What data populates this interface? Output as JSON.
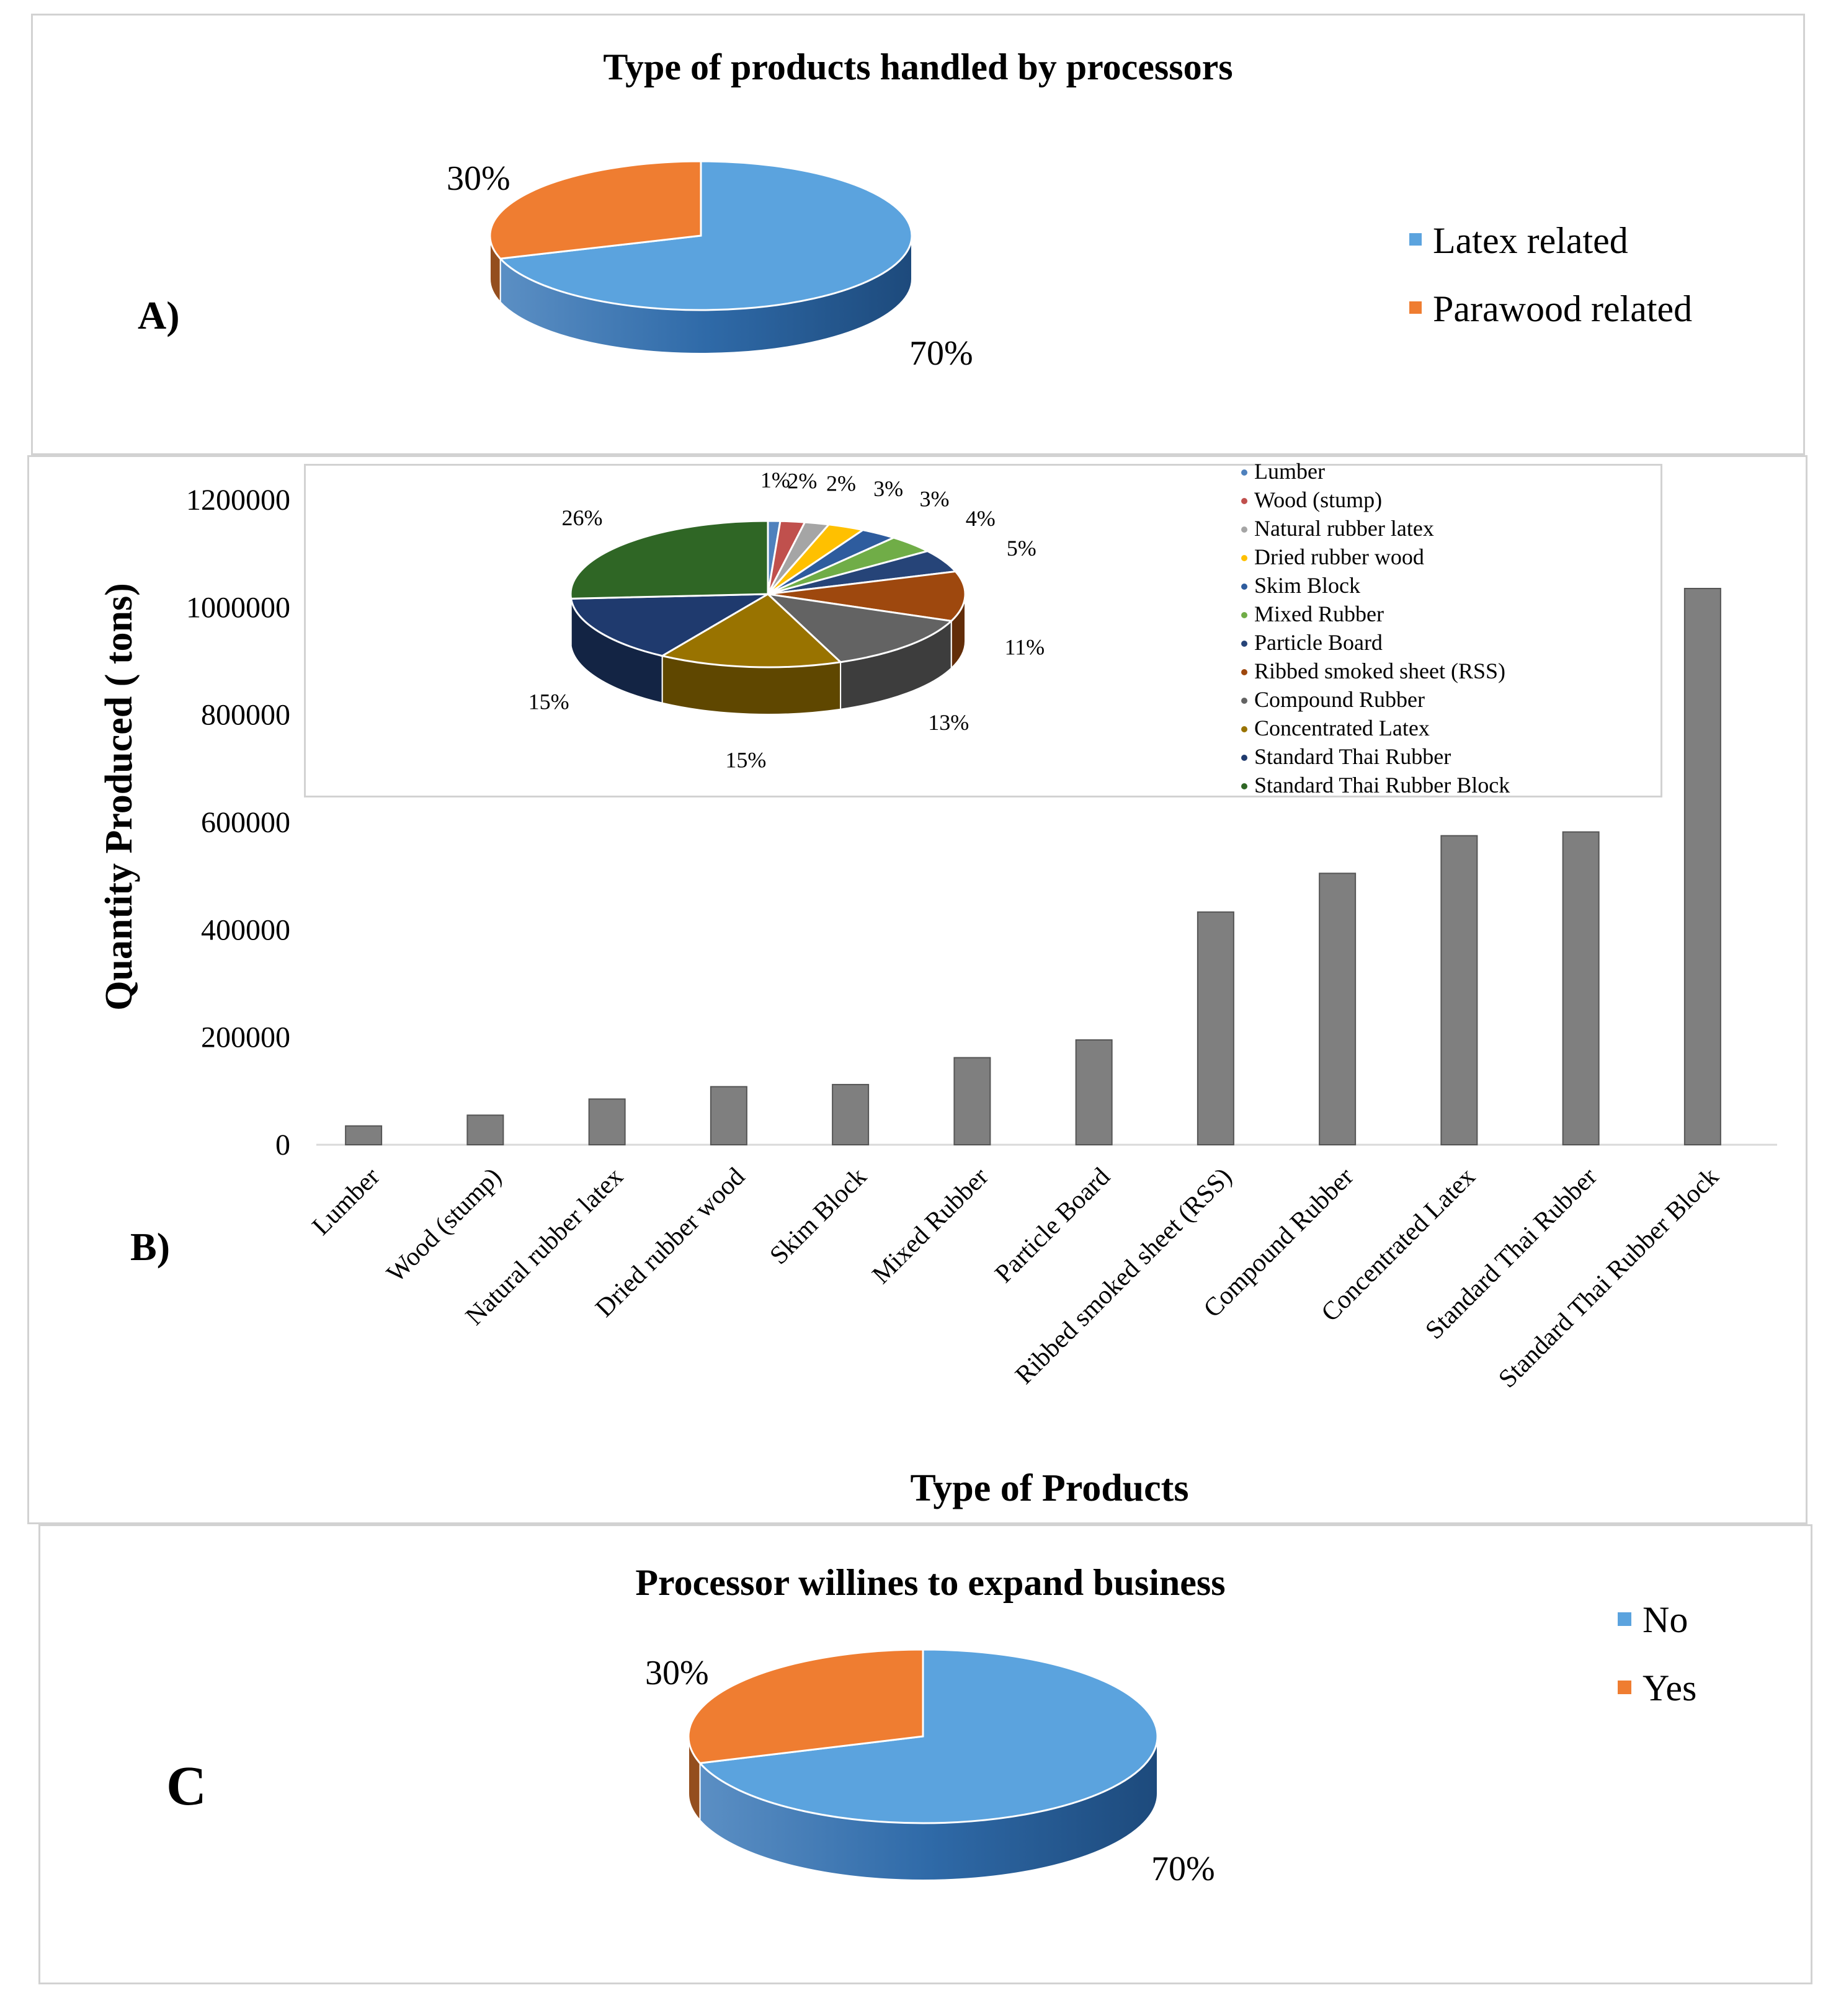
{
  "panel_a": {
    "panel_label": "A)",
    "chart_data": {
      "type": "pie",
      "title": "Type of products handled by processors",
      "slices": [
        {
          "label": "Latex related",
          "value": 70,
          "display": "70%",
          "color": "#5ba3de"
        },
        {
          "label": "Parawood related",
          "value": 30,
          "display": "30%",
          "color": "#ef7d31"
        }
      ]
    }
  },
  "panel_b": {
    "panel_label": "B)",
    "chart_data": {
      "type": "bar",
      "title": "",
      "xlabel": "Type of Products",
      "ylabel": "Quantity Produced ( tons)",
      "ylim": [
        0,
        1200000
      ],
      "yticks": [
        "0",
        "200000",
        "400000",
        "600000",
        "800000",
        "1000000",
        "1200000"
      ],
      "bar_color": "#7f7f7f",
      "categories": [
        "Lumber",
        "Wood (stump)",
        "Natural rubber latex",
        "Dried rubber wood",
        "Skim Block",
        "Mixed Rubber",
        "Particle Board",
        "Ribbed smoked sheet (RSS)",
        "Compound Rubber",
        "Concentrated Latex",
        "Standard Thai Rubber",
        "Standard Thai Rubber Block"
      ],
      "values": [
        35000,
        55000,
        85000,
        108000,
        112000,
        162000,
        195000,
        433000,
        505000,
        575000,
        582000,
        1035000
      ]
    },
    "inset_chart": {
      "type": "pie",
      "slices": [
        {
          "label": "Lumber",
          "value": 1,
          "display": "1%",
          "color": "#4f81bd"
        },
        {
          "label": "Wood (stump)",
          "value": 2,
          "display": "2%",
          "color": "#c0504d"
        },
        {
          "label": "Natural rubber latex",
          "value": 2,
          "display": "2%",
          "color": "#a5a5a5"
        },
        {
          "label": "Dried rubber wood",
          "value": 3,
          "display": "3%",
          "color": "#ffc000"
        },
        {
          "label": "Skim Block",
          "value": 3,
          "display": "3%",
          "color": "#2e5c9e"
        },
        {
          "label": "Mixed Rubber",
          "value": 4,
          "display": "4%",
          "color": "#70ad47"
        },
        {
          "label": "Particle Board",
          "value": 5,
          "display": "5%",
          "color": "#264478"
        },
        {
          "label": "Ribbed smoked sheet (RSS)",
          "value": 11,
          "display": "11%",
          "color": "#9e480e"
        },
        {
          "label": "Compound Rubber",
          "value": 13,
          "display": "13%",
          "color": "#636363"
        },
        {
          "label": "Concentrated Latex",
          "value": 15,
          "display": "15%",
          "color": "#997300"
        },
        {
          "label": "Standard Thai Rubber",
          "value": 15,
          "display": "15%",
          "color": "#1f3a6e"
        },
        {
          "label": "Standard Thai Rubber Block",
          "value": 26,
          "display": "26%",
          "color": "#2f6625"
        }
      ]
    }
  },
  "panel_c": {
    "panel_label": "C",
    "chart_data": {
      "type": "pie",
      "title": "Processor willines to expand business",
      "slices": [
        {
          "label": "No",
          "value": 70,
          "display": "70%",
          "color": "#5ba3de"
        },
        {
          "label": "Yes",
          "value": 30,
          "display": "30%",
          "color": "#ef7d31"
        }
      ]
    }
  }
}
